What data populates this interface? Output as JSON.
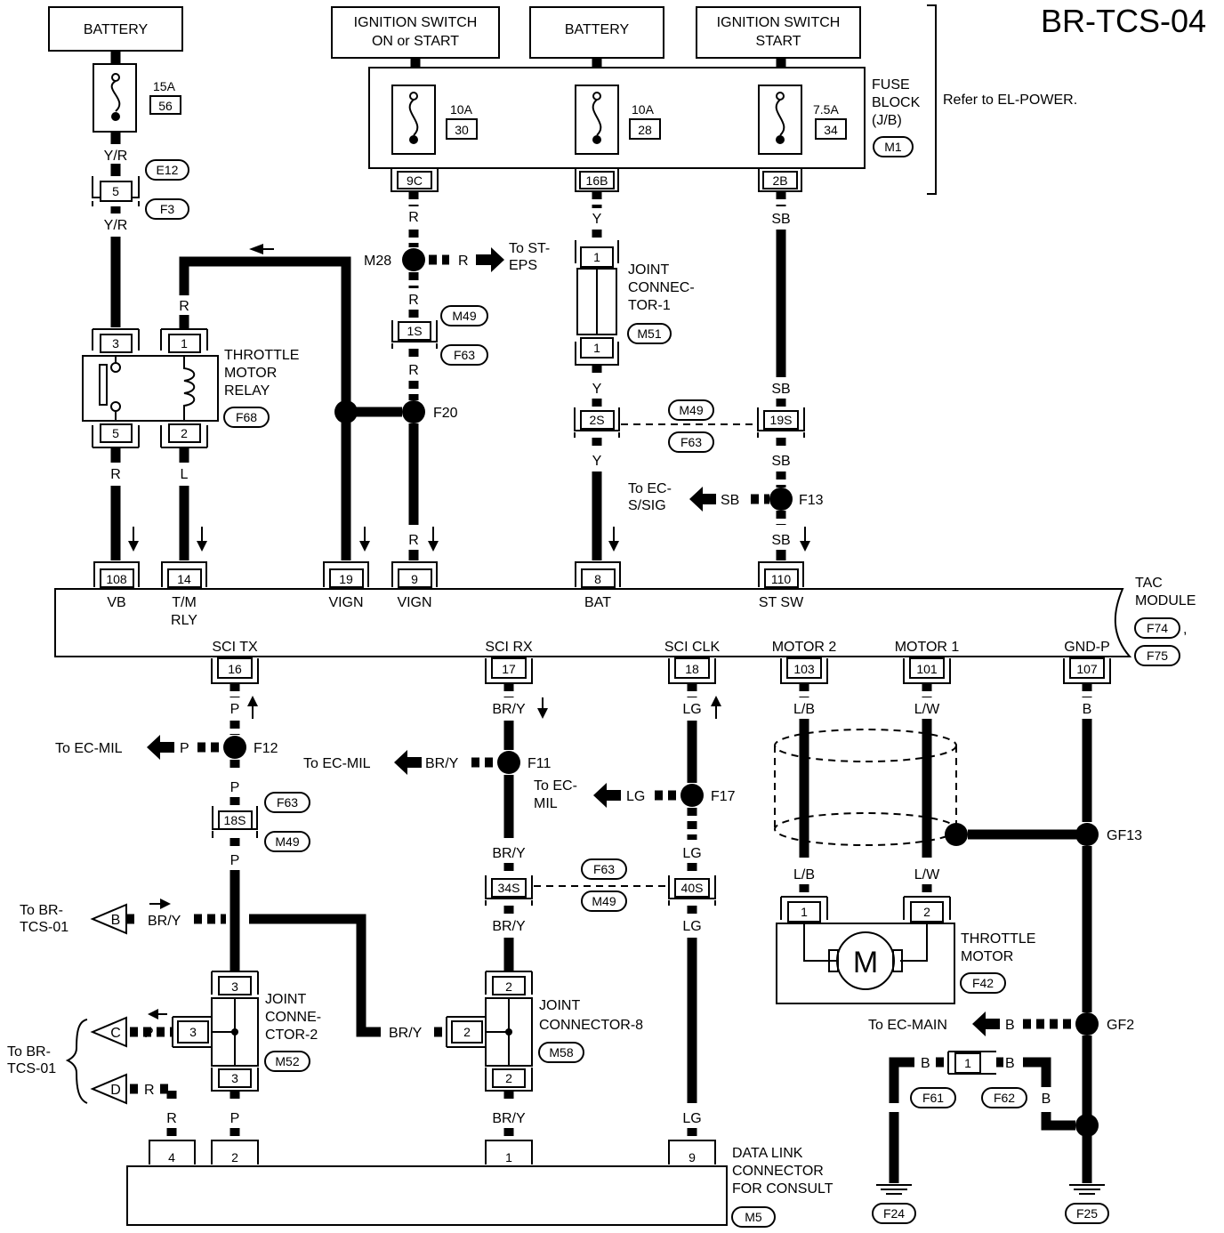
{
  "page_title": "BR-TCS-04",
  "power_sources": {
    "battery_left": "BATTERY",
    "ignition_on_start": [
      "IGNITION SWITCH",
      "ON or START"
    ],
    "battery_mid": "BATTERY",
    "ignition_start": [
      "IGNITION SWITCH",
      "START"
    ]
  },
  "fuse_block": {
    "label": [
      "FUSE",
      "BLOCK",
      "(J/B)"
    ],
    "connector": "M1",
    "refer": "Refer to EL-POWER.",
    "fuses": [
      {
        "amp": "10A",
        "num": "30",
        "terminal": "9C"
      },
      {
        "amp": "10A",
        "num": "28",
        "terminal": "16B"
      },
      {
        "amp": "7.5A",
        "num": "34",
        "terminal": "2B"
      }
    ]
  },
  "fuse_56": {
    "amp": "15A",
    "num": "56"
  },
  "connectors_top_left": {
    "c1": "E12",
    "c2": "F3",
    "terminal": "5"
  },
  "relay": {
    "name": [
      "THROTTLE",
      "MOTOR",
      "RELAY"
    ],
    "connector": "F68",
    "pins": {
      "p3": "3",
      "p1": "1",
      "p5": "5",
      "p2": "2"
    }
  },
  "splices": {
    "m28": "M28",
    "f20": "F20",
    "f13": "F13",
    "f12": "F12",
    "f11": "F11",
    "f17": "F17",
    "gf13": "GF13",
    "gf2": "GF2"
  },
  "to_labels": {
    "st_eps": [
      "To ST-",
      "EPS"
    ],
    "ec_ssig": [
      "To EC-",
      "S/SIG"
    ],
    "ec_mil_1": "To EC-MIL",
    "ec_mil_2": "To EC-MIL",
    "ec_mil_3": [
      "To EC-",
      "MIL"
    ],
    "ec_main": "To EC-MAIN",
    "br_tcs_01_a": [
      "To BR-",
      "TCS-01"
    ],
    "br_tcs_01_b": [
      "To BR-",
      "TCS-01"
    ]
  },
  "joint_connector_1": {
    "name": [
      "JOINT",
      "CONNEC-",
      "TOR-1"
    ],
    "connector": "M51",
    "pin": "1"
  },
  "joint_connector_2": {
    "name": [
      "JOINT",
      "CONNE-",
      "CTOR-2"
    ],
    "connector": "M52",
    "pin_side": "3",
    "pin": "3"
  },
  "joint_connector_8": {
    "name": [
      "JOINT",
      "CONNECTOR-8"
    ],
    "connector": "M58",
    "pin_side": "2",
    "pin": "2"
  },
  "inline_connectors": {
    "c1s": "1S",
    "c2s": "2S",
    "c19s": "19S",
    "c18s": "18S",
    "c34s": "34S",
    "c40s": "40S",
    "m49": "M49",
    "f63": "F63"
  },
  "wire_colors": {
    "yr": "Y/R",
    "r": "R",
    "y": "Y",
    "sb": "SB",
    "l": "L",
    "p": "P",
    "bry": "BR/Y",
    "lg": "LG",
    "lb": "L/B",
    "lw": "L/W",
    "b": "B"
  },
  "tac_module": {
    "name": [
      "TAC",
      "MODULE"
    ],
    "connectors": [
      "F74",
      "F75"
    ],
    "top_terminals": [
      {
        "num": "108",
        "label": [
          "VB"
        ]
      },
      {
        "num": "14",
        "label": [
          "T/M",
          "RLY"
        ]
      },
      {
        "num": "19",
        "label": [
          "VIGN"
        ]
      },
      {
        "num": "9",
        "label": [
          "VIGN"
        ]
      },
      {
        "num": "8",
        "label": [
          "BAT"
        ]
      },
      {
        "num": "110",
        "label": [
          "ST SW"
        ]
      }
    ],
    "bottom_terminals": [
      {
        "num": "16",
        "label": "SCI TX"
      },
      {
        "num": "17",
        "label": "SCI RX"
      },
      {
        "num": "18",
        "label": "SCI CLK"
      },
      {
        "num": "103",
        "label": "MOTOR 2"
      },
      {
        "num": "101",
        "label": "MOTOR 1"
      },
      {
        "num": "107",
        "label": "GND-P"
      }
    ]
  },
  "throttle_motor": {
    "name": [
      "THROTTLE",
      "MOTOR"
    ],
    "connector": "F42",
    "pin1": "1",
    "pin2": "2",
    "symbol": "M"
  },
  "ground_connector": {
    "pin": "1",
    "c1": "F61",
    "c2": "F62"
  },
  "grounds": [
    "F24",
    "F25"
  ],
  "dlc": {
    "name": [
      "DATA LINK",
      "CONNECTOR",
      "FOR CONSULT"
    ],
    "connector": "M5",
    "pins": [
      "4",
      "2",
      "1",
      "9"
    ]
  },
  "branch_letters": {
    "b": "B",
    "c": "C",
    "d": "D"
  }
}
